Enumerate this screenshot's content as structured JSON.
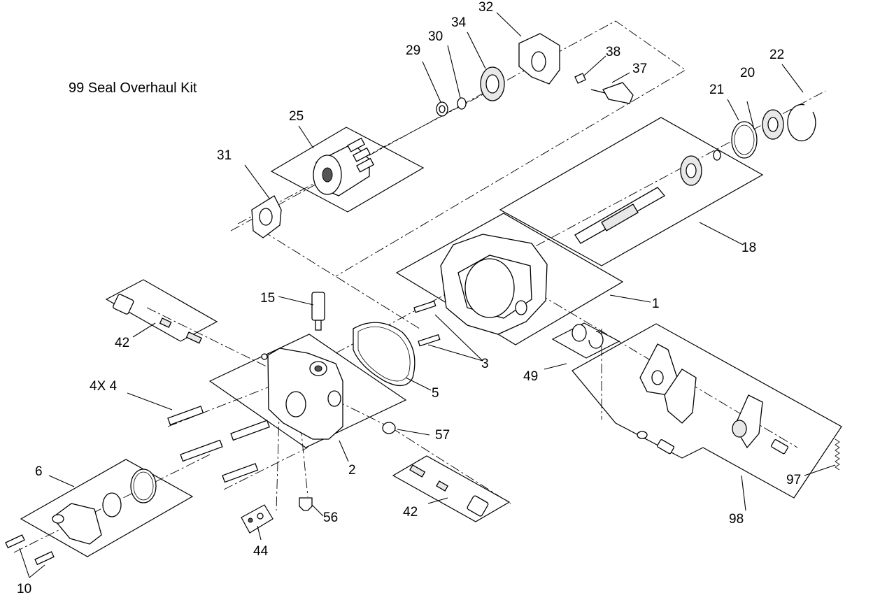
{
  "title": "99  Seal Overhaul Kit",
  "callouts": [
    {
      "id": "c1",
      "text": "1"
    },
    {
      "id": "c2",
      "text": "2"
    },
    {
      "id": "c3",
      "text": "3"
    },
    {
      "id": "c4",
      "text": "4X 4"
    },
    {
      "id": "c5",
      "text": "5"
    },
    {
      "id": "c6",
      "text": "6"
    },
    {
      "id": "c10",
      "text": "10"
    },
    {
      "id": "c15",
      "text": "15"
    },
    {
      "id": "c18",
      "text": "18"
    },
    {
      "id": "c20",
      "text": "20"
    },
    {
      "id": "c21",
      "text": "21"
    },
    {
      "id": "c22",
      "text": "22"
    },
    {
      "id": "c25",
      "text": "25"
    },
    {
      "id": "c29",
      "text": "29"
    },
    {
      "id": "c30",
      "text": "30"
    },
    {
      "id": "c31",
      "text": "31"
    },
    {
      "id": "c32",
      "text": "32"
    },
    {
      "id": "c34",
      "text": "34"
    },
    {
      "id": "c37",
      "text": "37"
    },
    {
      "id": "c38",
      "text": "38"
    },
    {
      "id": "c42a",
      "text": "42"
    },
    {
      "id": "c42b",
      "text": "42"
    },
    {
      "id": "c44",
      "text": "44"
    },
    {
      "id": "c49",
      "text": "49"
    },
    {
      "id": "c56",
      "text": "56"
    },
    {
      "id": "c57",
      "text": "57"
    },
    {
      "id": "c97",
      "text": "97"
    },
    {
      "id": "c98",
      "text": "98"
    }
  ]
}
